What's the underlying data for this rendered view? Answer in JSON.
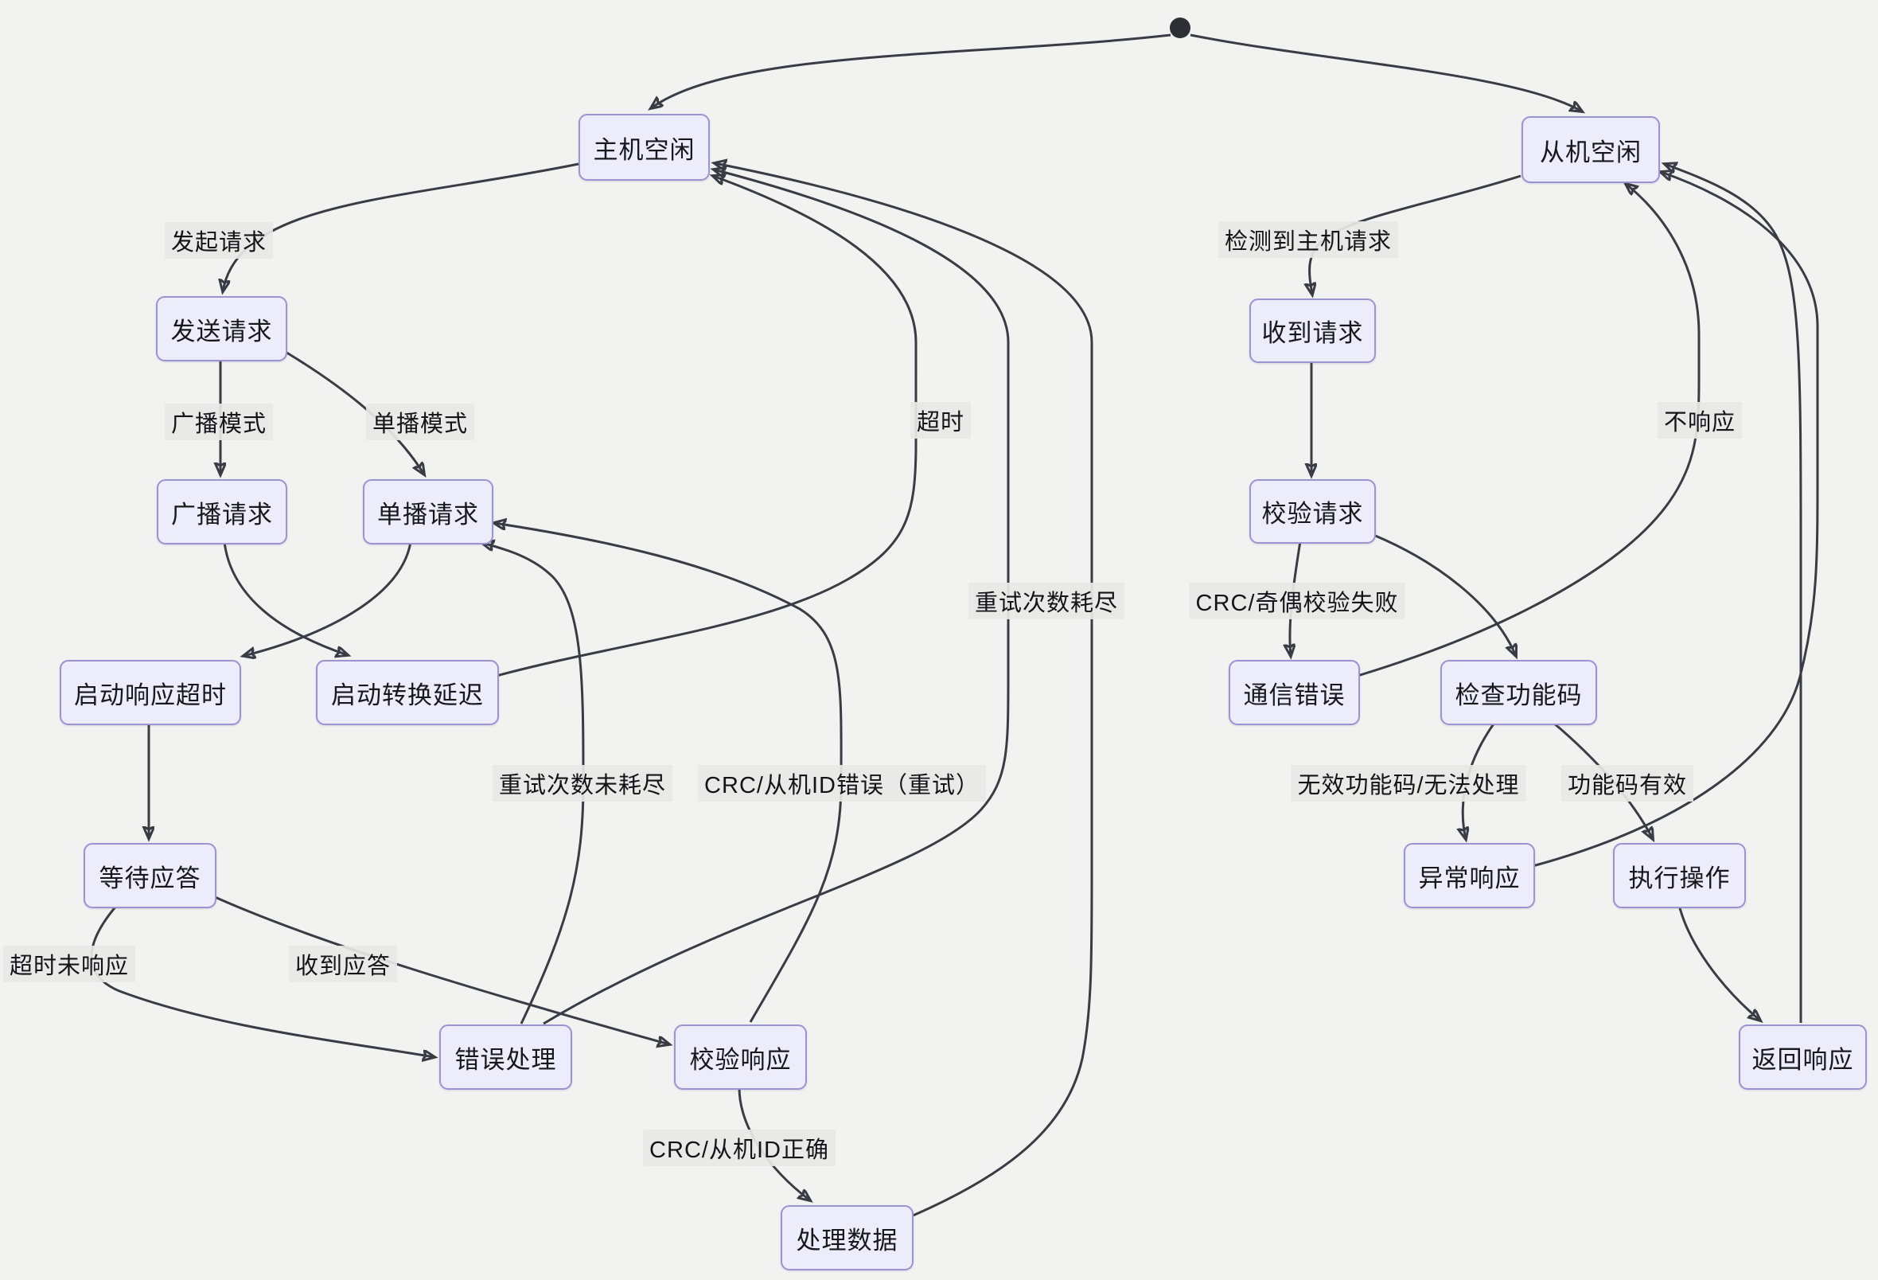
{
  "diagram": {
    "type": "state-diagram",
    "background_color": "#f2f2f1",
    "node_fill_color": "#ececfa",
    "node_border_color": "#9a94d2",
    "edge_color": "#3b3b45",
    "edge_label_bg_color": "#e9e9e7",
    "initial_state_marker": "filled-dot"
  },
  "states": {
    "master_idle": {
      "label": "主机空闲"
    },
    "slave_idle": {
      "label": "从机空闲"
    },
    "send_request": {
      "label": "发送请求"
    },
    "broadcast_request": {
      "label": "广播请求"
    },
    "unicast_request": {
      "label": "单播请求"
    },
    "start_response_timeout": {
      "label": "启动响应超时"
    },
    "start_turnaround_delay": {
      "label": "启动转换延迟"
    },
    "wait_reply": {
      "label": "等待应答"
    },
    "error_handling": {
      "label": "错误处理"
    },
    "verify_response": {
      "label": "校验响应"
    },
    "process_data": {
      "label": "处理数据"
    },
    "receive_request": {
      "label": "收到请求"
    },
    "verify_request": {
      "label": "校验请求"
    },
    "comm_error": {
      "label": "通信错误"
    },
    "check_function_code": {
      "label": "检查功能码"
    },
    "exception_response": {
      "label": "异常响应"
    },
    "execute_operation": {
      "label": "执行操作"
    },
    "return_response": {
      "label": "返回响应"
    }
  },
  "edges": {
    "initiate_request": {
      "label": "发起请求",
      "from": "master_idle",
      "to": "send_request"
    },
    "broadcast_mode": {
      "label": "广播模式",
      "from": "send_request",
      "to": "broadcast_request"
    },
    "unicast_mode": {
      "label": "单播模式",
      "from": "send_request",
      "to": "unicast_request"
    },
    "timeout": {
      "label": "超时",
      "from": "start_turnaround_delay",
      "to": "master_idle"
    },
    "retries_exhausted": {
      "label": "重试次数耗尽",
      "from": "error_handling",
      "to": "master_idle"
    },
    "retries_not_exhausted": {
      "label": "重试次数未耗尽",
      "from": "error_handling",
      "to": "unicast_request"
    },
    "crc_slave_id_error_retry": {
      "label": "CRC/从机ID错误（重试）",
      "from": "verify_response",
      "to": "unicast_request"
    },
    "crc_slave_id_ok": {
      "label": "CRC/从机ID正确",
      "from": "verify_response",
      "to": "process_data"
    },
    "timeout_no_response": {
      "label": "超时未响应",
      "from": "wait_reply",
      "to": "error_handling"
    },
    "reply_received": {
      "label": "收到应答",
      "from": "wait_reply",
      "to": "verify_response"
    },
    "detect_master_request": {
      "label": "检测到主机请求",
      "from": "slave_idle",
      "to": "receive_request"
    },
    "no_response": {
      "label": "不响应",
      "from": "comm_error",
      "to": "slave_idle"
    },
    "crc_parity_fail": {
      "label": "CRC/奇偶校验失败",
      "from": "verify_request",
      "to": "comm_error"
    },
    "invalid_function_code": {
      "label": "无效功能码/无法处理",
      "from": "check_function_code",
      "to": "exception_response"
    },
    "valid_function_code": {
      "label": "功能码有效",
      "from": "check_function_code",
      "to": "execute_operation"
    }
  }
}
